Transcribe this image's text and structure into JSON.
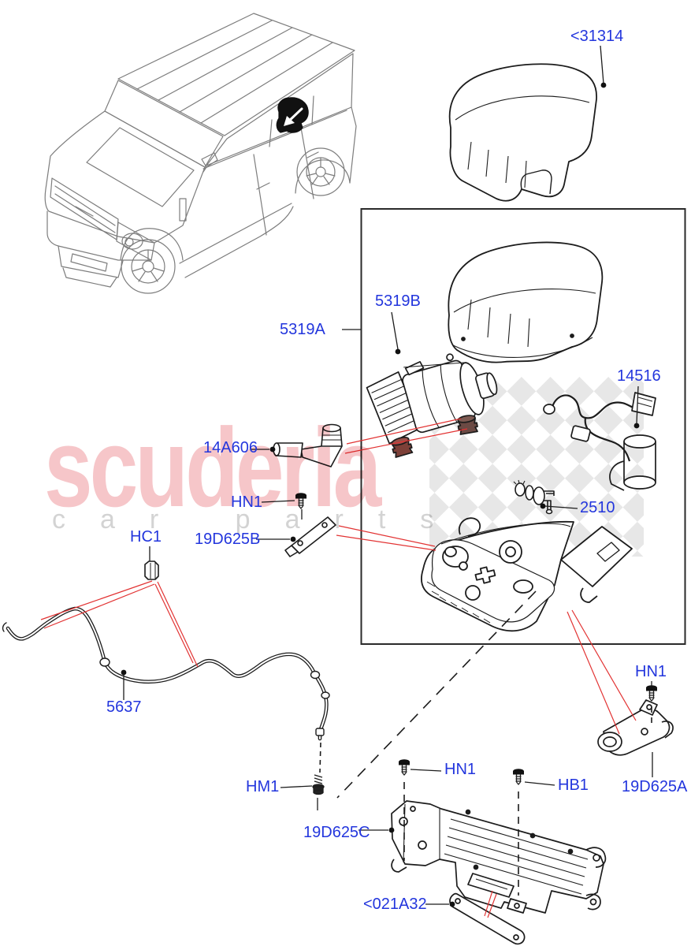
{
  "watermark": {
    "brand": "scuderia",
    "tagline": "car parts"
  },
  "palette": {
    "label_blue": "#2336dd",
    "leader_red": "#e23333",
    "line_black": "#1c1c1c",
    "vehicle_grey": "#7d7d7d",
    "checker_grey": "#e4e4e4",
    "watermark_pink": "#ee969d",
    "watermark_grey": "#cfcfcf",
    "isolator_maroon": "#7d4038"
  },
  "labels": {
    "cover_top": "<31314",
    "assembly": "5319A",
    "compressor": "5319B",
    "harness": "14516",
    "solenoid_valve": "14A606",
    "nut_top": "HN1",
    "bracket_b": "19D625B",
    "clip": "HC1",
    "valve": "2510",
    "tube": "5637",
    "screw": "HM1",
    "nut_mid": "HN1",
    "bolt": "HB1",
    "bracket_a": "19D625A",
    "nut_right": "HN1",
    "bracket_c": "19D625C",
    "strap": "<021A32"
  }
}
